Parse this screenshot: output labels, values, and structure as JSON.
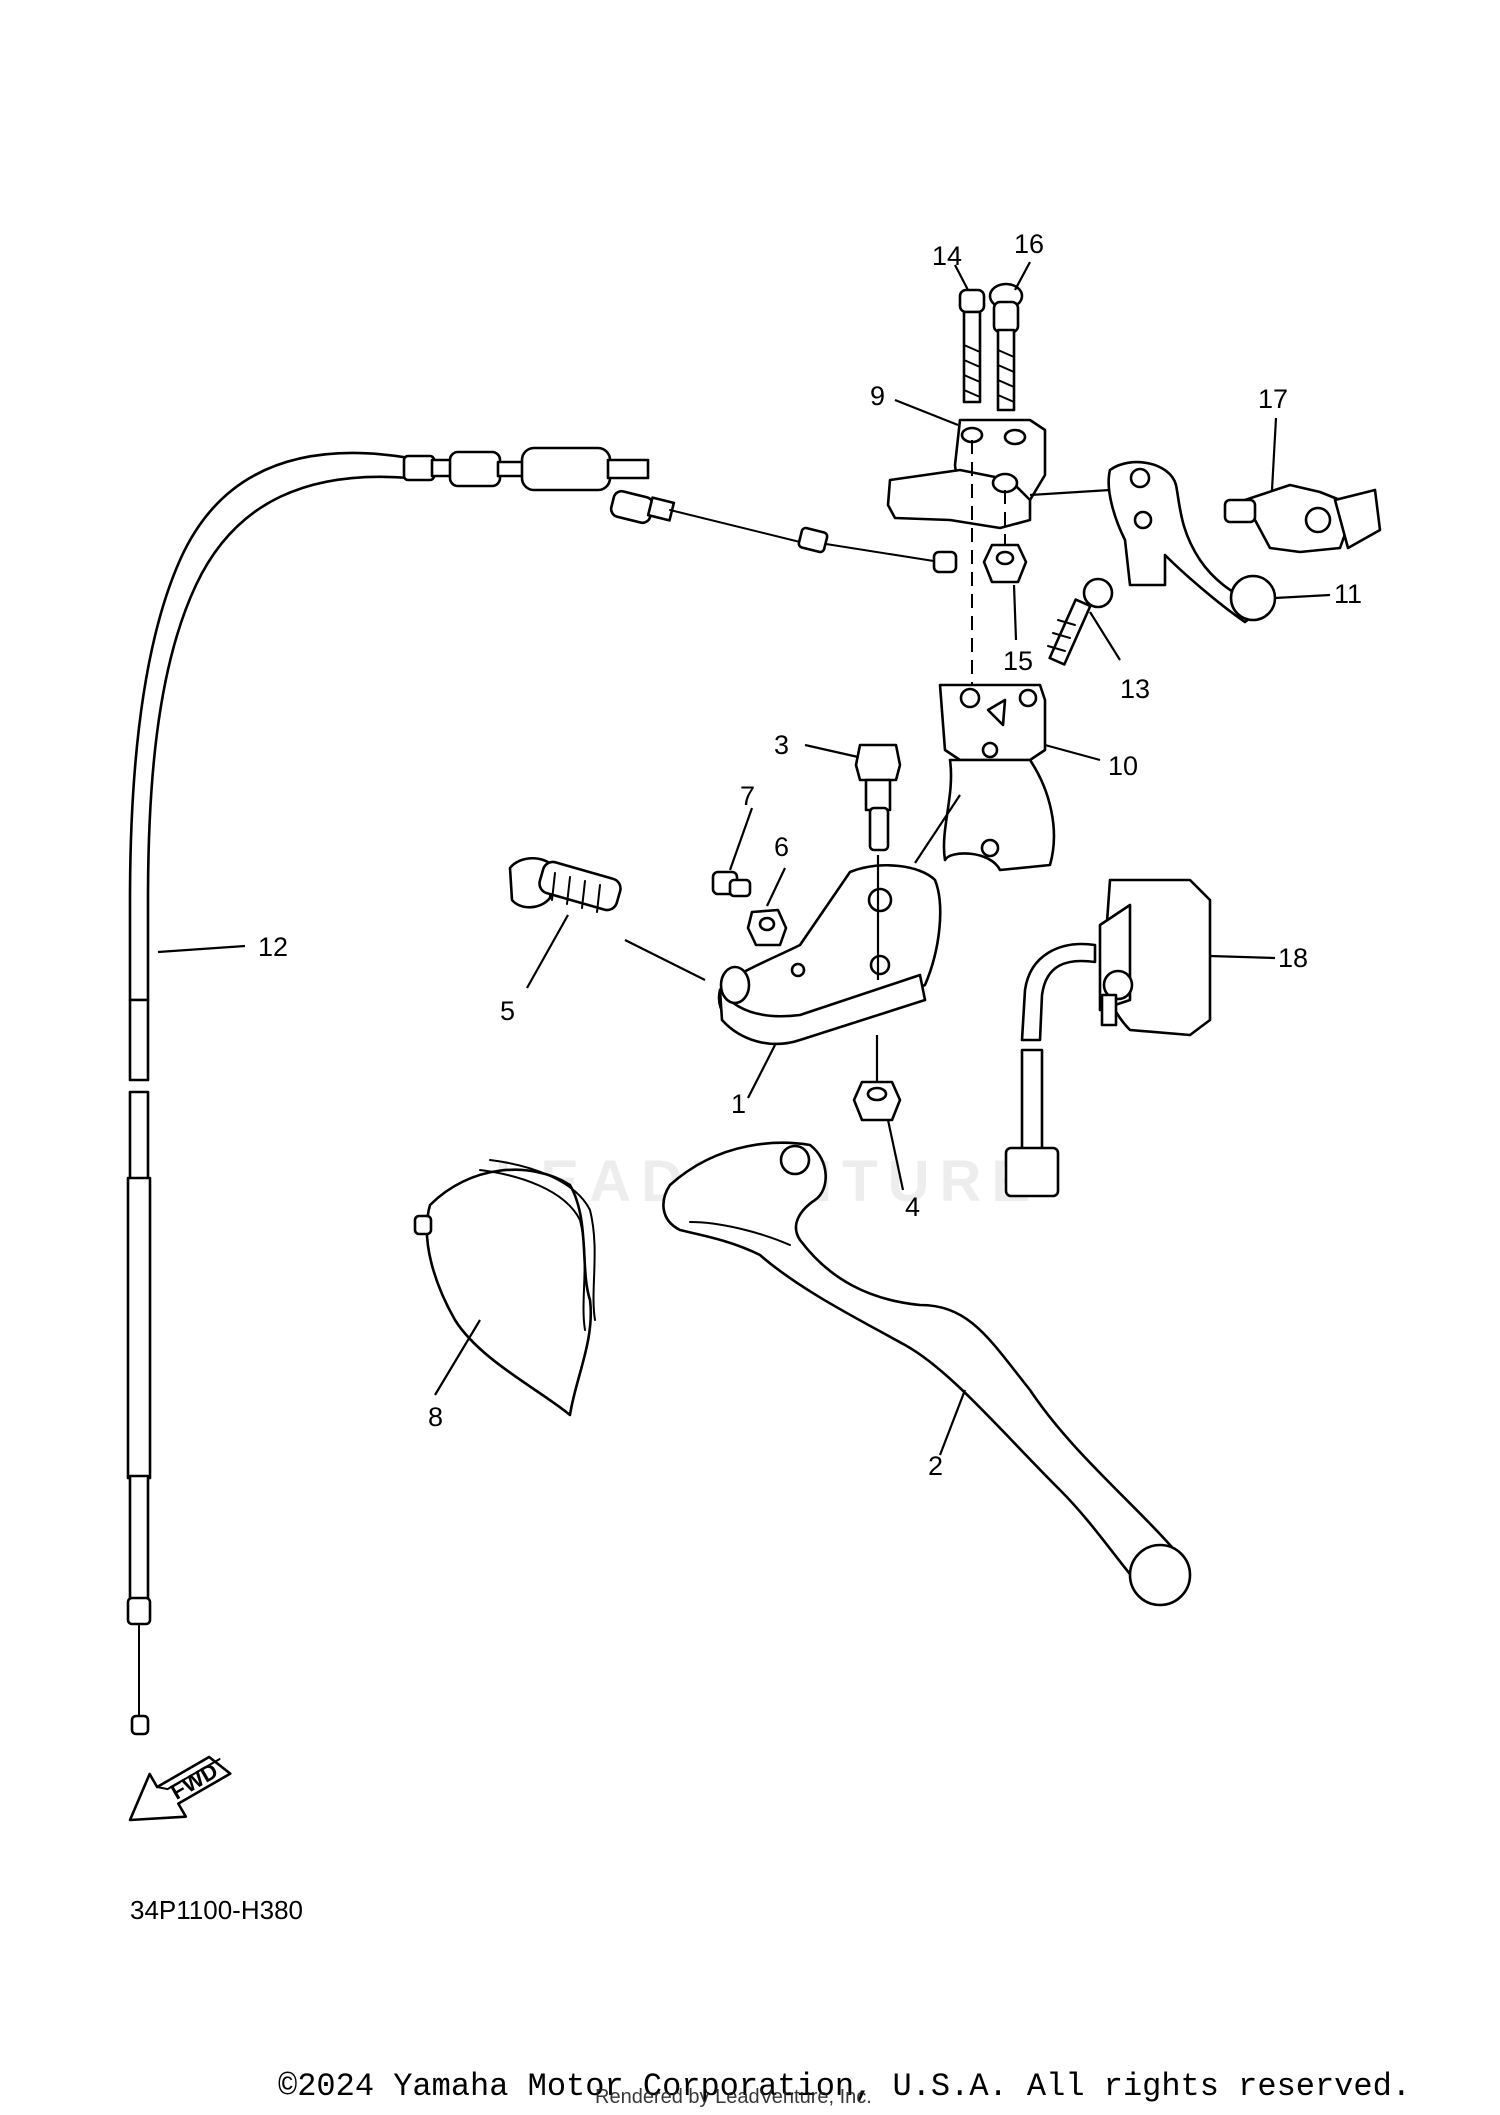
{
  "diagram": {
    "callouts": [
      "1",
      "2",
      "3",
      "4",
      "5",
      "6",
      "7",
      "8",
      "9",
      "10",
      "11",
      "12",
      "13",
      "14",
      "15",
      "16",
      "17",
      "18"
    ],
    "fwd_label": "FWD",
    "part_code": "34P1100-H380",
    "watermark": "LEADVENTURE"
  },
  "footer": {
    "copyright": "©2024 Yamaha Motor Corporation, U.S.A. All rights reserved.",
    "rendered_by": "Rendered by LeadVenture, Inc."
  }
}
